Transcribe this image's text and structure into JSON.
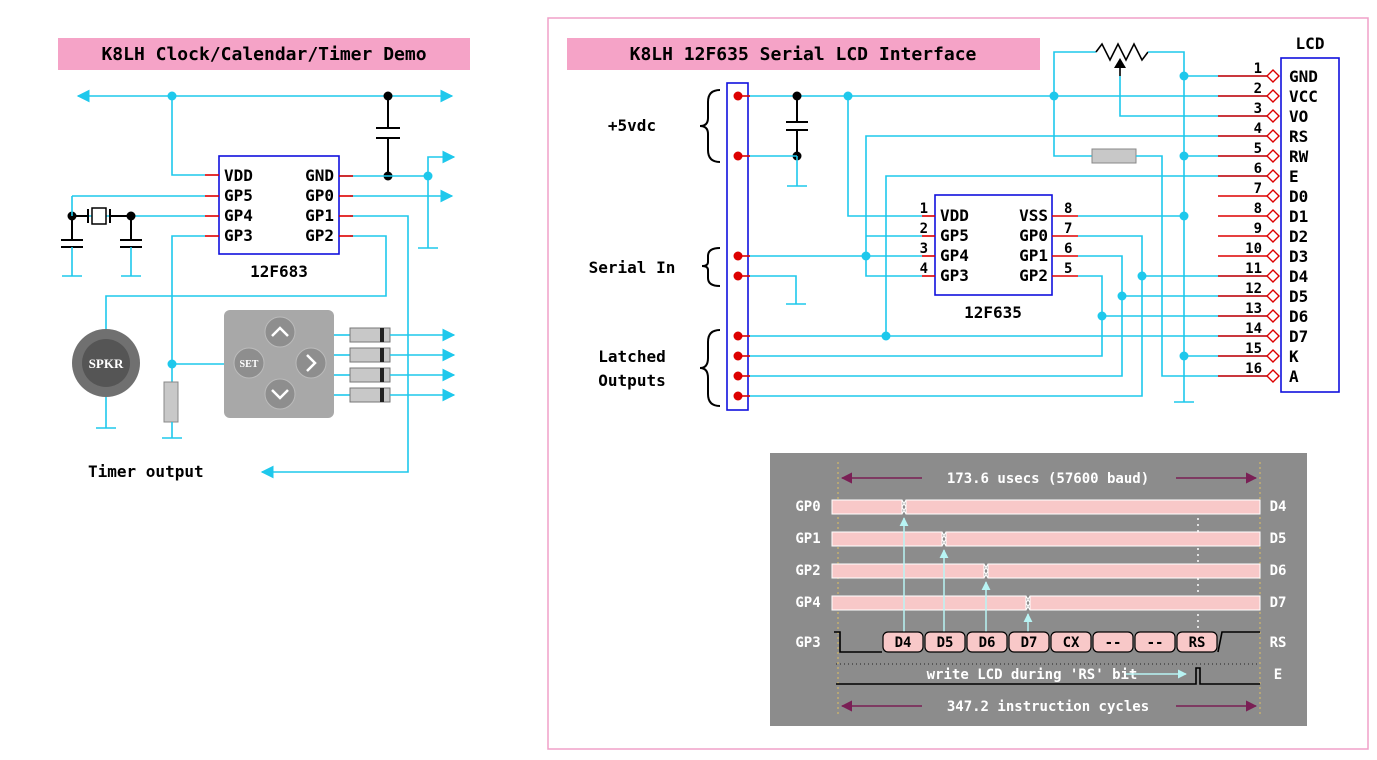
{
  "left_panel": {
    "title": "K8LH Clock/Calendar/Timer Demo",
    "chip_name": "12F683",
    "pins_left": [
      "VDD",
      "GP5",
      "GP4",
      "GP3"
    ],
    "pins_right": [
      "GND",
      "GP0",
      "GP1",
      "GP2"
    ],
    "speaker_label": "SPKR",
    "keypad_set_label": "SET",
    "timer_output_label": "Timer output"
  },
  "right_panel": {
    "title": "K8LH 12F635 Serial LCD Interface",
    "chip_name": "12F635",
    "pins_left": [
      "VDD",
      "GP5",
      "GP4",
      "GP3"
    ],
    "pins_left_numbers": [
      "1",
      "2",
      "3",
      "4"
    ],
    "pins_right": [
      "VSS",
      "GP0",
      "GP1",
      "GP2"
    ],
    "pins_right_numbers": [
      "8",
      "7",
      "6",
      "5"
    ],
    "supply_label": "+5vdc",
    "serial_label": "Serial In",
    "latched_label_1": "Latched",
    "latched_label_2": "Outputs",
    "lcd_label": "LCD",
    "lcd_pins": [
      {
        "num": "1",
        "name": "GND"
      },
      {
        "num": "2",
        "name": "VCC"
      },
      {
        "num": "3",
        "name": "VO"
      },
      {
        "num": "4",
        "name": "RS"
      },
      {
        "num": "5",
        "name": "RW"
      },
      {
        "num": "6",
        "name": "E"
      },
      {
        "num": "7",
        "name": "D0"
      },
      {
        "num": "8",
        "name": "D1"
      },
      {
        "num": "9",
        "name": "D2"
      },
      {
        "num": "10",
        "name": "D3"
      },
      {
        "num": "11",
        "name": "D4"
      },
      {
        "num": "12",
        "name": "D5"
      },
      {
        "num": "13",
        "name": "D6"
      },
      {
        "num": "14",
        "name": "D7"
      },
      {
        "num": "15",
        "name": "K"
      },
      {
        "num": "16",
        "name": "A"
      }
    ]
  },
  "timing": {
    "top_label": "173.6 usecs (57600 baud)",
    "bottom_label": "347.2 instruction cycles",
    "write_note": "write LCD during 'RS' bit",
    "rows_left": [
      "GP0",
      "GP1",
      "GP2",
      "GP4",
      "GP3"
    ],
    "rows_right": [
      "D4",
      "D5",
      "D6",
      "D7",
      "RS",
      "E"
    ],
    "bits": [
      "D4",
      "D5",
      "D6",
      "D7",
      "CX",
      "--",
      "--",
      "RS"
    ],
    "colors": {
      "background": "#8c8c8c",
      "pink": "#f8c8c8",
      "arrow": "#b8f4f4",
      "dim": "#7a1f55"
    }
  },
  "colors": {
    "wire": "#1ec8ec",
    "chip_border": "#1010dd",
    "pin_stub": "#dd0000",
    "title_bg": "#f5a3c7",
    "panel_border": "#f0a0c8"
  }
}
